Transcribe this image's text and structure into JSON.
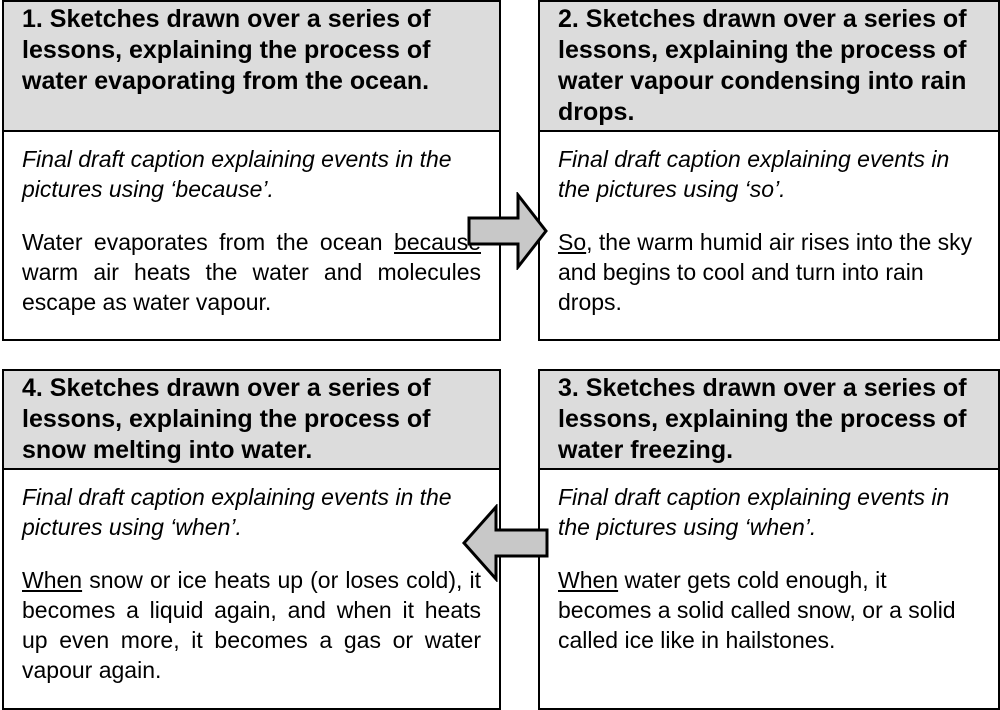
{
  "panels": {
    "p1": {
      "heading": "1.  Sketches drawn over a series of lessons, explaining the process of water evaporating from the ocean.",
      "caption": "Final draft caption explaining events in the pictures using ‘because’.",
      "text_before": "Water evaporates from the ocean ",
      "keyword": "because",
      "text_after": " warm air heats the water and molecules escape as water vapour."
    },
    "p2": {
      "heading": "2.  Sketches drawn over a series of lessons, explaining the process of water vapour condensing into rain drops.",
      "caption": "Final draft caption explaining events in the pictures using ‘so’.",
      "keyword": "So",
      "text_after": ", the warm humid air rises into the sky and begins to cool and turn into rain drops."
    },
    "p3": {
      "heading": "3. Sketches drawn over a series of lessons, explaining the process of water freezing.",
      "caption": "Final draft caption explaining events in the pictures using ‘when’.",
      "keyword": "When",
      "text_after": " water gets cold enough, it becomes a solid called snow, or a solid called ice like in hailstones."
    },
    "p4": {
      "heading": "4.  Sketches drawn over a series of lessons, explaining the process of snow melting into water.",
      "caption": "Final draft caption explaining events in the pictures using ‘when’.",
      "keyword": "When",
      "text_after": " snow or ice heats up (or loses cold), it becomes a liquid again, and when it heats up even more, it becomes a gas or water vapour again."
    }
  },
  "colors": {
    "header_fill": "#dcdcdc",
    "arrow_fill": "#c8c8c8",
    "border": "#000000"
  },
  "arrows": [
    {
      "name": "right-arrow",
      "from": "p1",
      "to": "p2"
    },
    {
      "name": "left-arrow",
      "from": "p3",
      "to": "p4"
    }
  ]
}
